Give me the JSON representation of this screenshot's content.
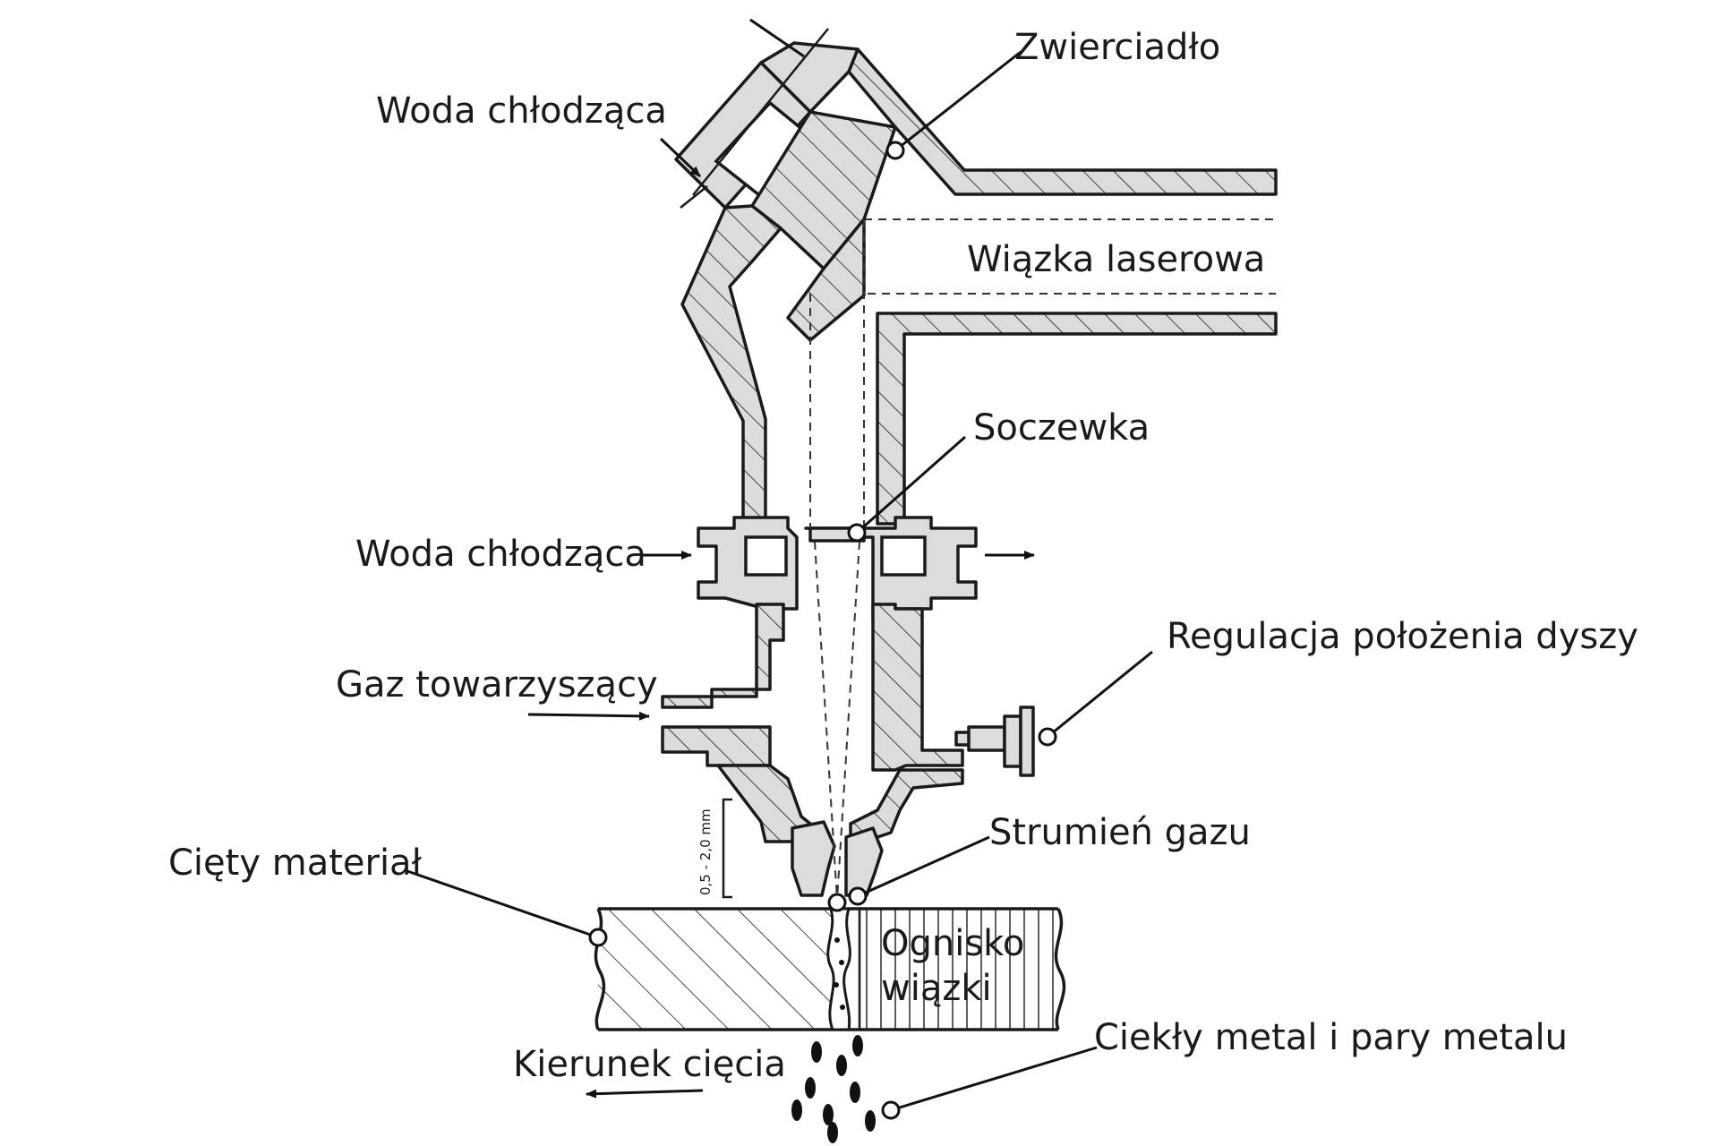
{
  "labels": {
    "mirror": "Zwierciadło",
    "cooling_water_top": "Woda chłodząca",
    "laser_beam": "Wiązka laserowa",
    "lens": "Soczewka",
    "cooling_water_mid": "Woda chłodząca",
    "nozzle_adjust": "Regulacja położenia dyszy",
    "assist_gas": "Gaz towarzyszący",
    "gas_jet": "Strumień gazu",
    "cut_material": "Cięty materiał",
    "focus_line1": "Ognisko",
    "focus_line2": "wiązki",
    "molten_metal": "Ciekły metal i pary metalu",
    "cut_direction": "Kierunek cięcia",
    "gap": "0,5 - 2,0 mm"
  }
}
